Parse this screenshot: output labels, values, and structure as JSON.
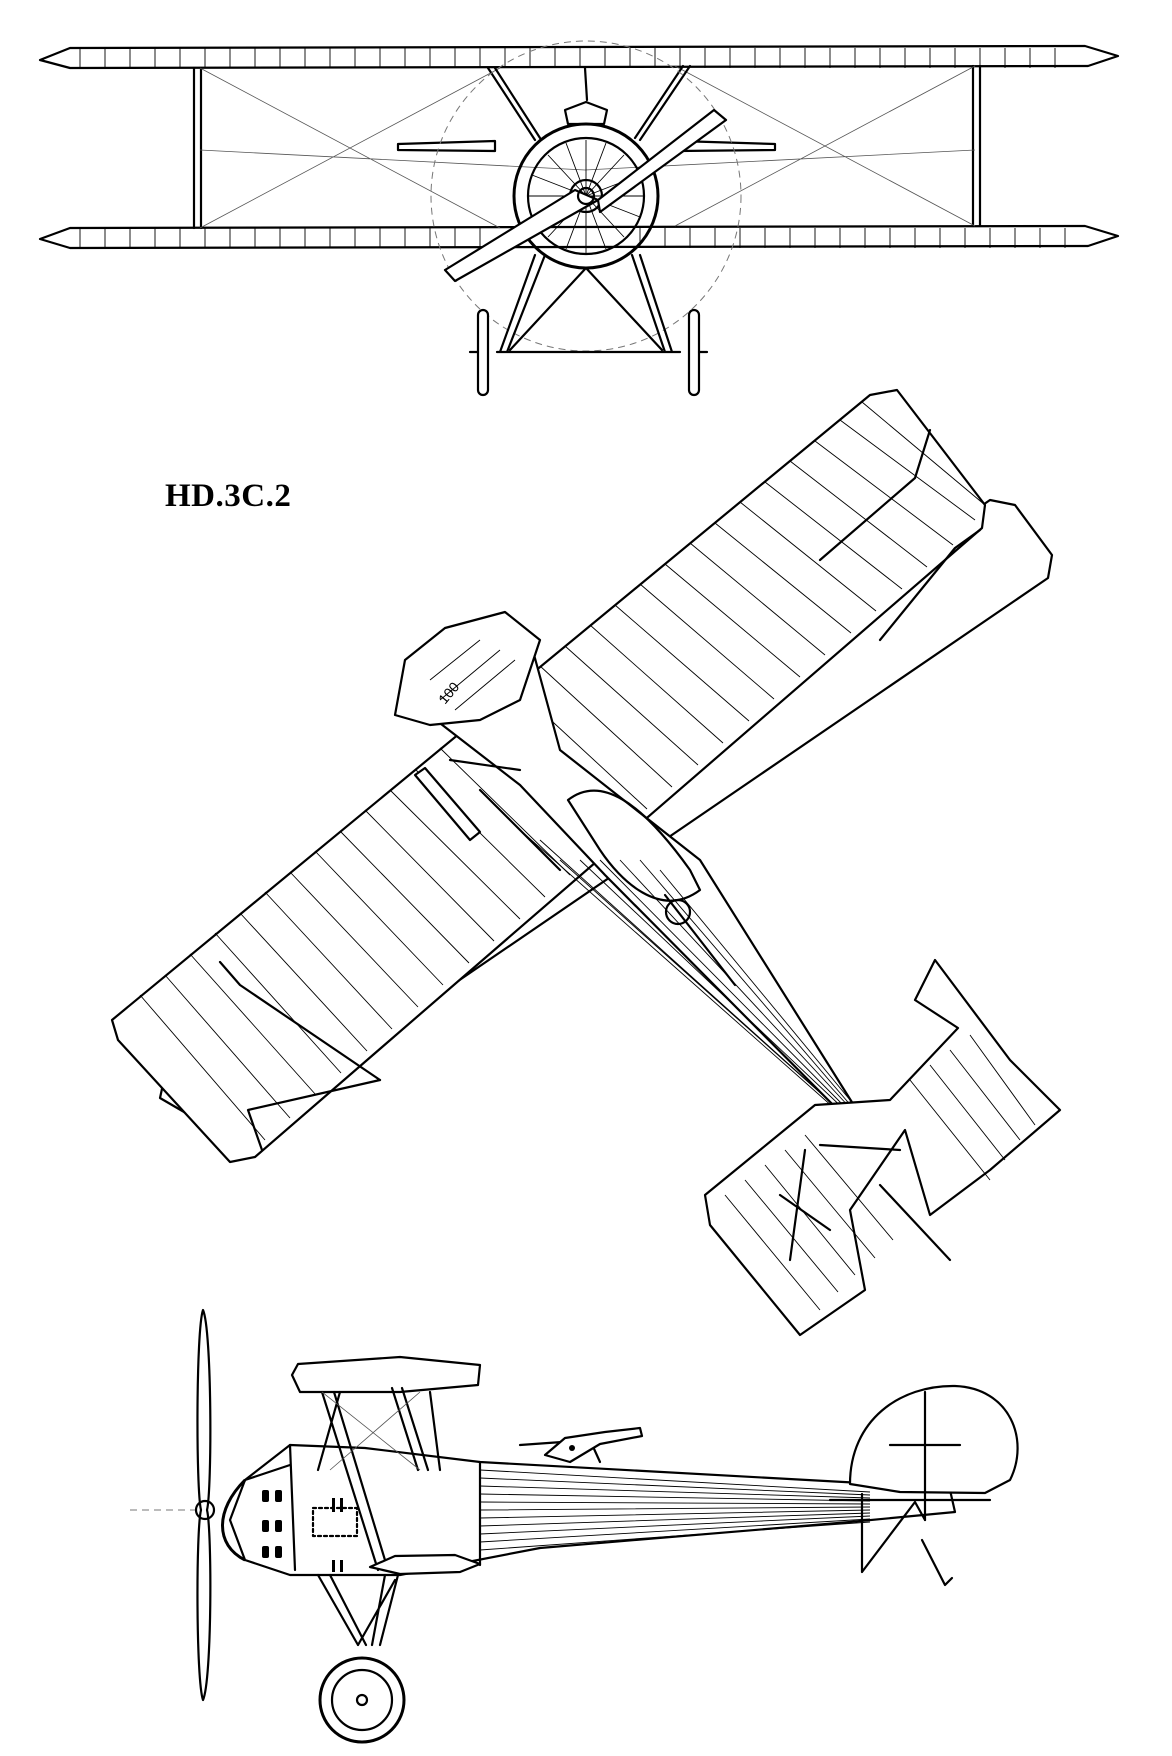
{
  "designation": "HD.3C.2",
  "views": {
    "front": "front-view",
    "plan": "plan-view",
    "side": "side-view"
  }
}
